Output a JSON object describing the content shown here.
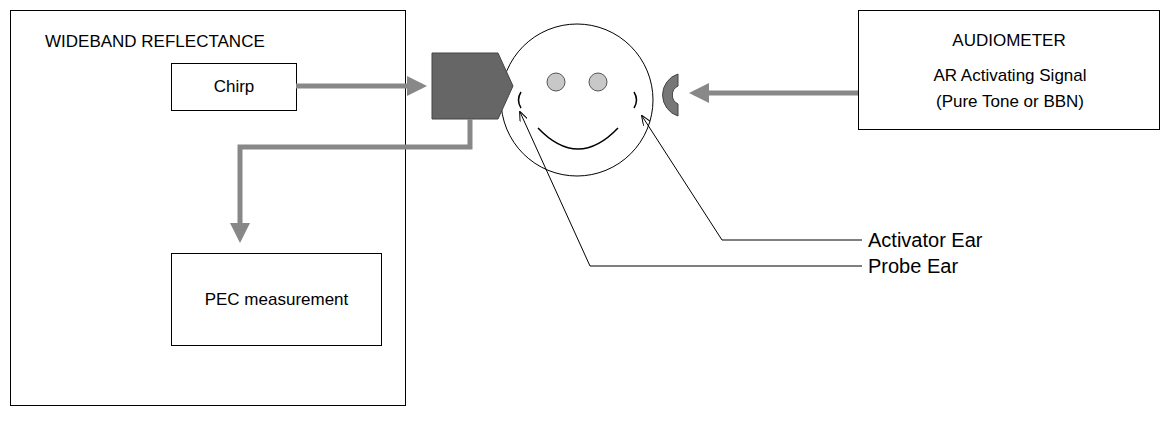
{
  "diagram": {
    "nodes": [
      {
        "text": [
          "WIDEBAND REFLECTANCE"
        ]
      },
      {
        "text": [
          "Chirp"
        ],
        "in": 0
      },
      {
        "text": [
          "PEC measurement"
        ],
        "in": 0
      },
      {
        "text": [
          "AUDIOMETER",
          "AR Activating Signal (Pure Tone or BBN)"
        ]
      }
    ],
    "labels": [
      "Activator Ear",
      "Probe Ear"
    ]
  }
}
